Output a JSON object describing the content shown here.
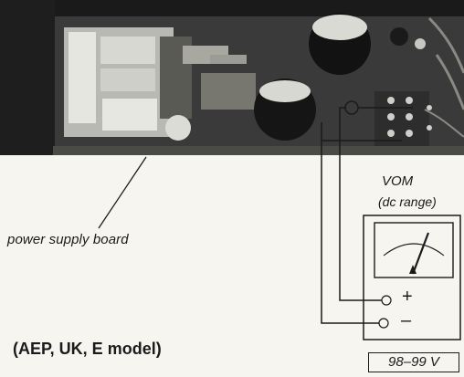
{
  "figure": {
    "board_label": "power supply board",
    "meter": {
      "title": "VOM",
      "range": "(dc range)",
      "plus_terminal": "+",
      "minus_terminal": "–",
      "reading": "98–99 V"
    },
    "model_note": "(AEP, UK, E model)"
  }
}
